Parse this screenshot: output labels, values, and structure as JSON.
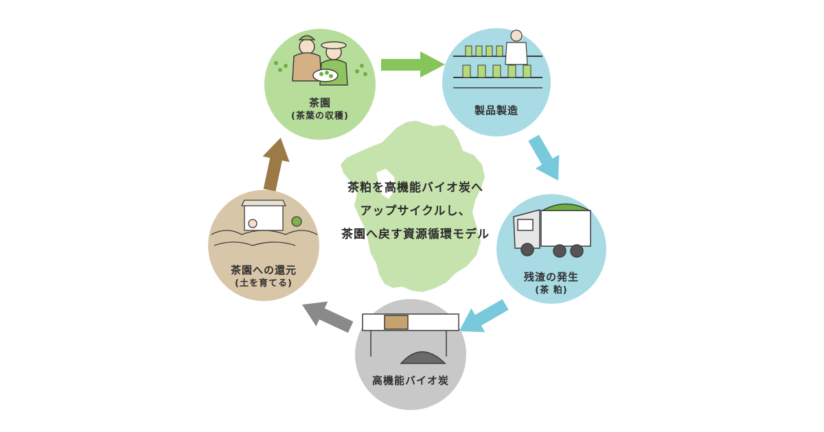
{
  "center_title": {
    "line1": "茶粕を高機能バイオ炭へ",
    "line2": "アップサイクルし、",
    "line3": "茶園へ戻す資源循環モデル"
  },
  "nodes": {
    "tea_garden": {
      "label": "茶園",
      "sublabel": "(茶葉の収穫)",
      "color": "#b7dd9b"
    },
    "manufacturing": {
      "label": "製品製造",
      "color": "#a8dbe4"
    },
    "residue": {
      "label": "残渣の発生",
      "sublabel": "(茶 粕)",
      "color": "#a8dbe4"
    },
    "biochar": {
      "label": "高機能バイオ炭",
      "color": "#c8c8c8"
    },
    "return_to_garden": {
      "label": "茶園への還元",
      "sublabel": "(土を育てる)",
      "color": "#d8c6a8"
    }
  },
  "arrows": {
    "green": "#86c55a",
    "blue": "#78c9dc",
    "gray": "#8a8a8a",
    "brown": "#9b7a45"
  },
  "map_color": "#c6e3ad"
}
